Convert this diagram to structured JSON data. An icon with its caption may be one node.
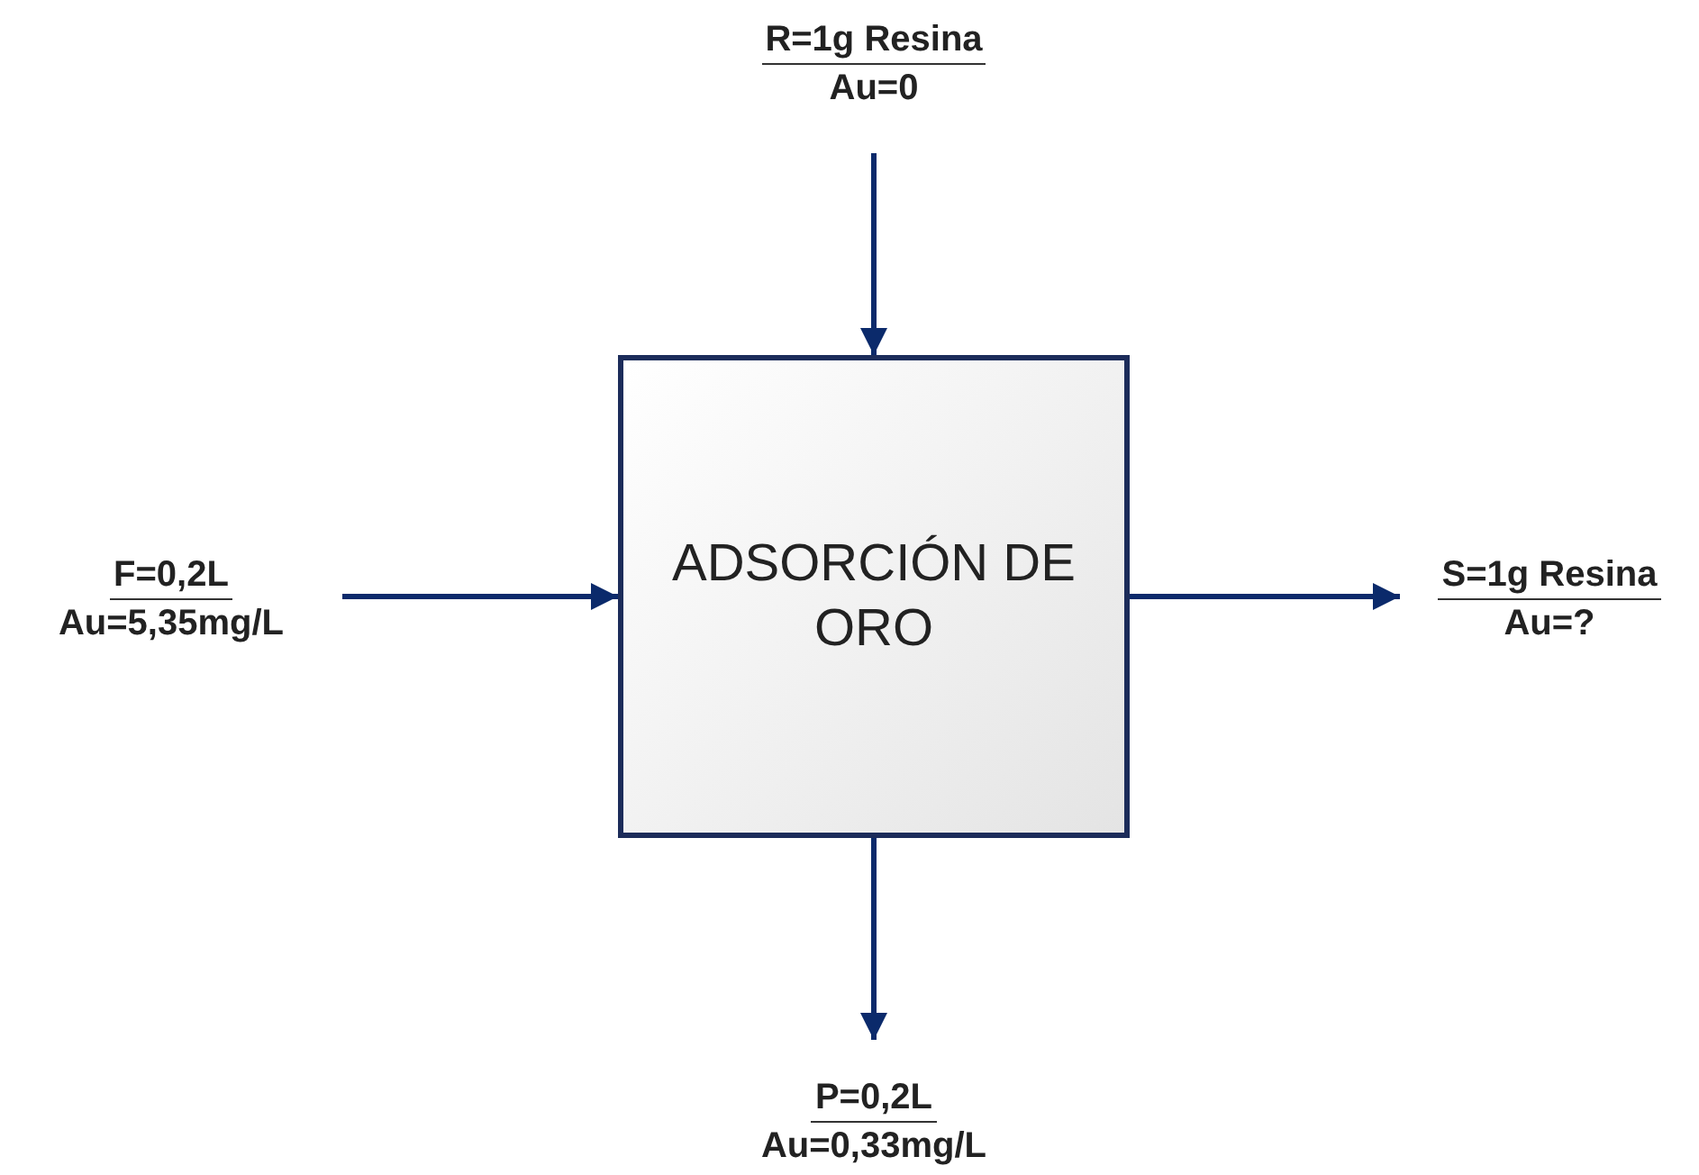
{
  "diagram": {
    "nodes": [
      {
        "text": [
          "R=1g Resina",
          "Au=0"
        ]
      },
      {
        "text": [
          "F=0,2L",
          "Au=5,35mg/L"
        ]
      },
      {
        "text": [
          "ADSORCIÓN DE ORO"
        ]
      },
      {
        "text": [
          "S=1g Resina",
          "Au=?"
        ]
      },
      {
        "text": [
          "P=0,2L",
          "Au=0,33mg/L"
        ]
      }
    ],
    "edges": [
      {
        "from": 0,
        "to": 2,
        "arrow": "to"
      },
      {
        "from": 1,
        "to": 2,
        "arrow": "to"
      },
      {
        "from": 2,
        "to": 3,
        "arrow": "to"
      },
      {
        "from": 2,
        "to": 4,
        "arrow": "to"
      }
    ]
  }
}
